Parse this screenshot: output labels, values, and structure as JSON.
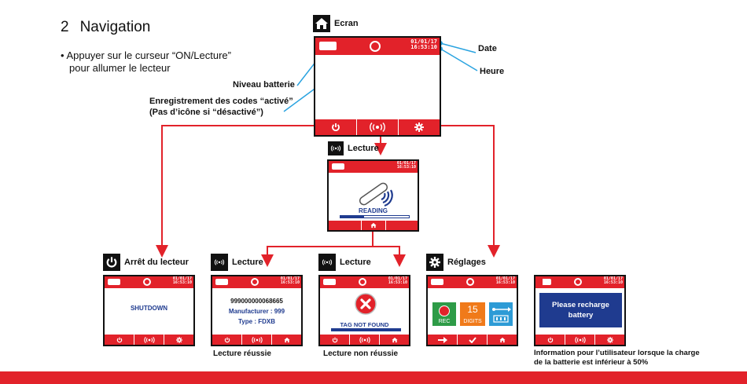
{
  "section": {
    "number": "2",
    "title": "Navigation"
  },
  "intro": {
    "line1": "• Appuyer sur le curseur “ON/Lecture”",
    "line2": "pour allumer le lecteur"
  },
  "callouts": {
    "battery_level": "Niveau batterie",
    "recording_line1": "Enregistrement des codes “activé”",
    "recording_line2": "(Pas d’icône si “désactivé”)",
    "date": "Date",
    "time": "Heure"
  },
  "screens": {
    "main": {
      "title": "Ecran",
      "date": "01/01/17",
      "time": "16:53:10"
    },
    "reading": {
      "title": "Lecture",
      "status": "READING",
      "progress": 0.35,
      "date": "01/01/17",
      "time": "16:53:10"
    },
    "shutdown": {
      "title": "Arrêt du lecteur",
      "message": "SHUTDOWN",
      "date": "01/01/17",
      "time": "16:53:10"
    },
    "success": {
      "title": "Lecture",
      "code": "999000000068665",
      "manufacturer": "Manufacturer : 999",
      "type": "Type : FDXB",
      "caption": "Lecture réussie",
      "date": "01/01/17",
      "time": "16:53:10"
    },
    "failure": {
      "title": "Lecture",
      "message": "TAG NOT FOUND",
      "caption": "Lecture non réussie",
      "date": "01/01/17",
      "time": "16:53:10"
    },
    "settings": {
      "title": "Réglages",
      "rec_label": "REC",
      "digits_value": "15",
      "digits_label": "DIGITS",
      "date": "01/01/17",
      "time": "16:53:10"
    },
    "recharge": {
      "message_line1": "Please recharge",
      "message_line2": "battery",
      "caption_line1": "Information pour l’utilisateur lorsque la charge",
      "caption_line2": "de la batterie est inférieur à 50%",
      "date": "01/01/17",
      "time": "16:53:10"
    }
  },
  "icons": {
    "home": "home-icon",
    "power": "power-icon",
    "rfid": "rfid-wave-icon",
    "gear": "gear-icon",
    "arrow": "arrow-right-icon",
    "check": "checkmark-icon",
    "usb": "usb-icon"
  },
  "colors": {
    "accent": "#e2222a",
    "blue": "#1f3b8f",
    "callout": "#2aa3e0",
    "rec_green": "#2e9b47",
    "digits_orange": "#f07a1a",
    "usb_blue": "#2d9bd6"
  }
}
